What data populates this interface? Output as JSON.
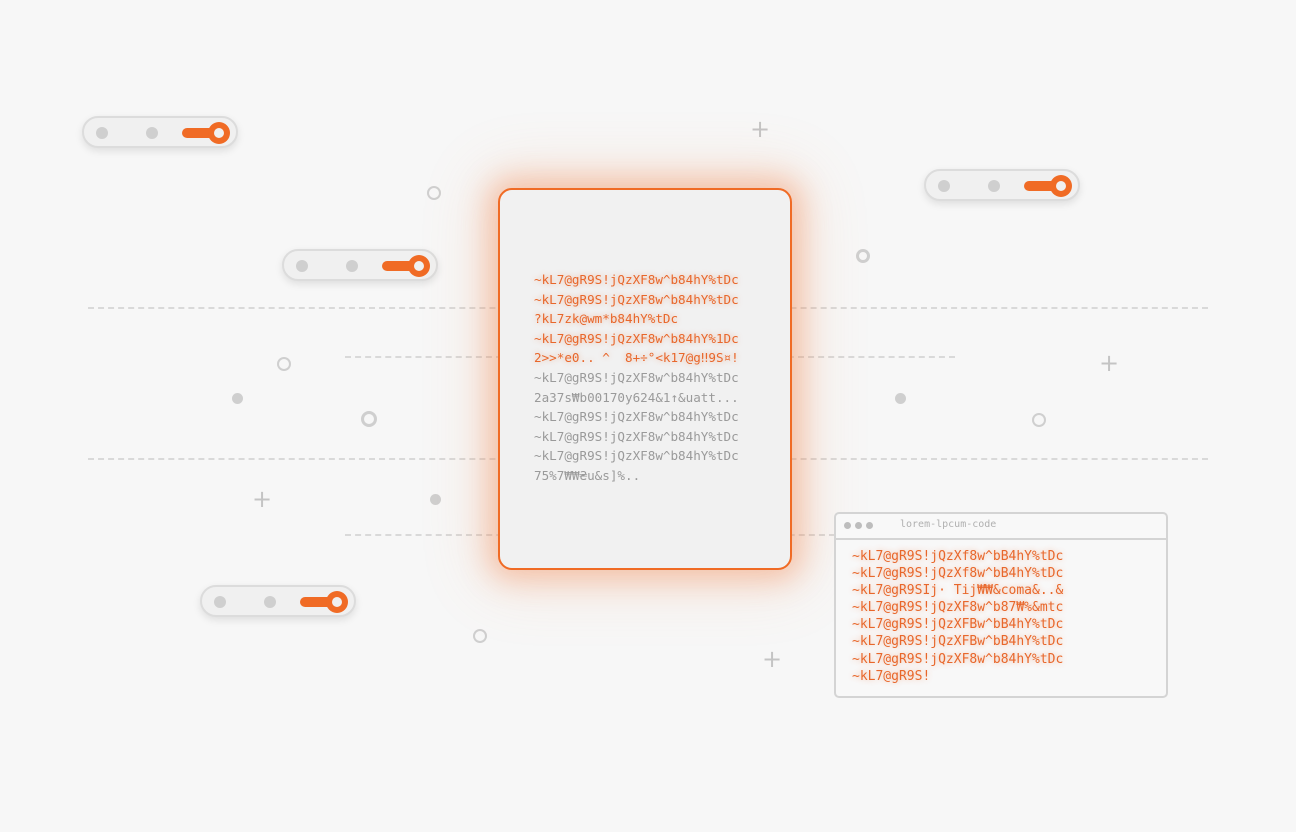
{
  "colors": {
    "accent": "#f06b25",
    "background": "#f7f7f7",
    "muted": "#cfcfcf"
  },
  "main_card": {
    "lines": [
      {
        "text": "~kL7@gR9S!jQzXF8w^b84hY%tDc",
        "tone": "orange"
      },
      {
        "text": "~kL7@gR9S!jQzXF8w^b84hY%tDc",
        "tone": "orange"
      },
      {
        "text": "?kL7zk@wm*b84hY%tDc",
        "tone": "orange"
      },
      {
        "text": "~kL7@gR9S!jQzXF8w^b84hY%1Dc",
        "tone": "orange"
      },
      {
        "text": "2>>*e0.. ^  8+÷°<k17@g‼9S¤!",
        "tone": "mixed"
      },
      {
        "text": "~kL7@gR9S!jQzXF8w^b84hY%tDc",
        "tone": "grey"
      },
      {
        "text": "2a37s₩b00170y624&1↑&uatt...",
        "tone": "grey"
      },
      {
        "text": "~kL7@gR9S!jQzXF8w^b84hY%tDc",
        "tone": "grey"
      },
      {
        "text": "~kL7@gR9S!jQzXF8w^b84hY%tDc",
        "tone": "grey"
      },
      {
        "text": "~kL7@gR9S!jQzXF8w^b84hY%tDc",
        "tone": "grey"
      },
      {
        "text": "75%7₩₩₴u&s]%..",
        "tone": "grey"
      }
    ]
  },
  "editor": {
    "title": "lorem-lpcum-code",
    "lines": [
      "~kL7@gR9S!jQzXf8w^bB4hY%tDc",
      "~kL7@gR9S!jQzXf8w^bB4hY%tDc",
      "~kL7@gR9SIj· Tij₩₩&coma&..&",
      "~kL7@gR9S!jQzXF8w^b87₩%&mtc",
      "~kL7@gR9S!jQzXFBw^bB4hY%tDc",
      "~kL7@gR9S!jQzXFBw^bB4hY%tDc",
      "~kL7@gR9S!jQzXF8w^b84hY%tDc",
      "~kL7@gR9S!"
    ]
  },
  "toggles": [
    {
      "name": "toggle-top-left",
      "state": "on"
    },
    {
      "name": "toggle-mid-left",
      "state": "on"
    },
    {
      "name": "toggle-top-right",
      "state": "on"
    },
    {
      "name": "toggle-bottom-left",
      "state": "on"
    }
  ],
  "icons": [
    "plus-icon",
    "ring-icon",
    "dot-icon",
    "window-dot-icon"
  ]
}
